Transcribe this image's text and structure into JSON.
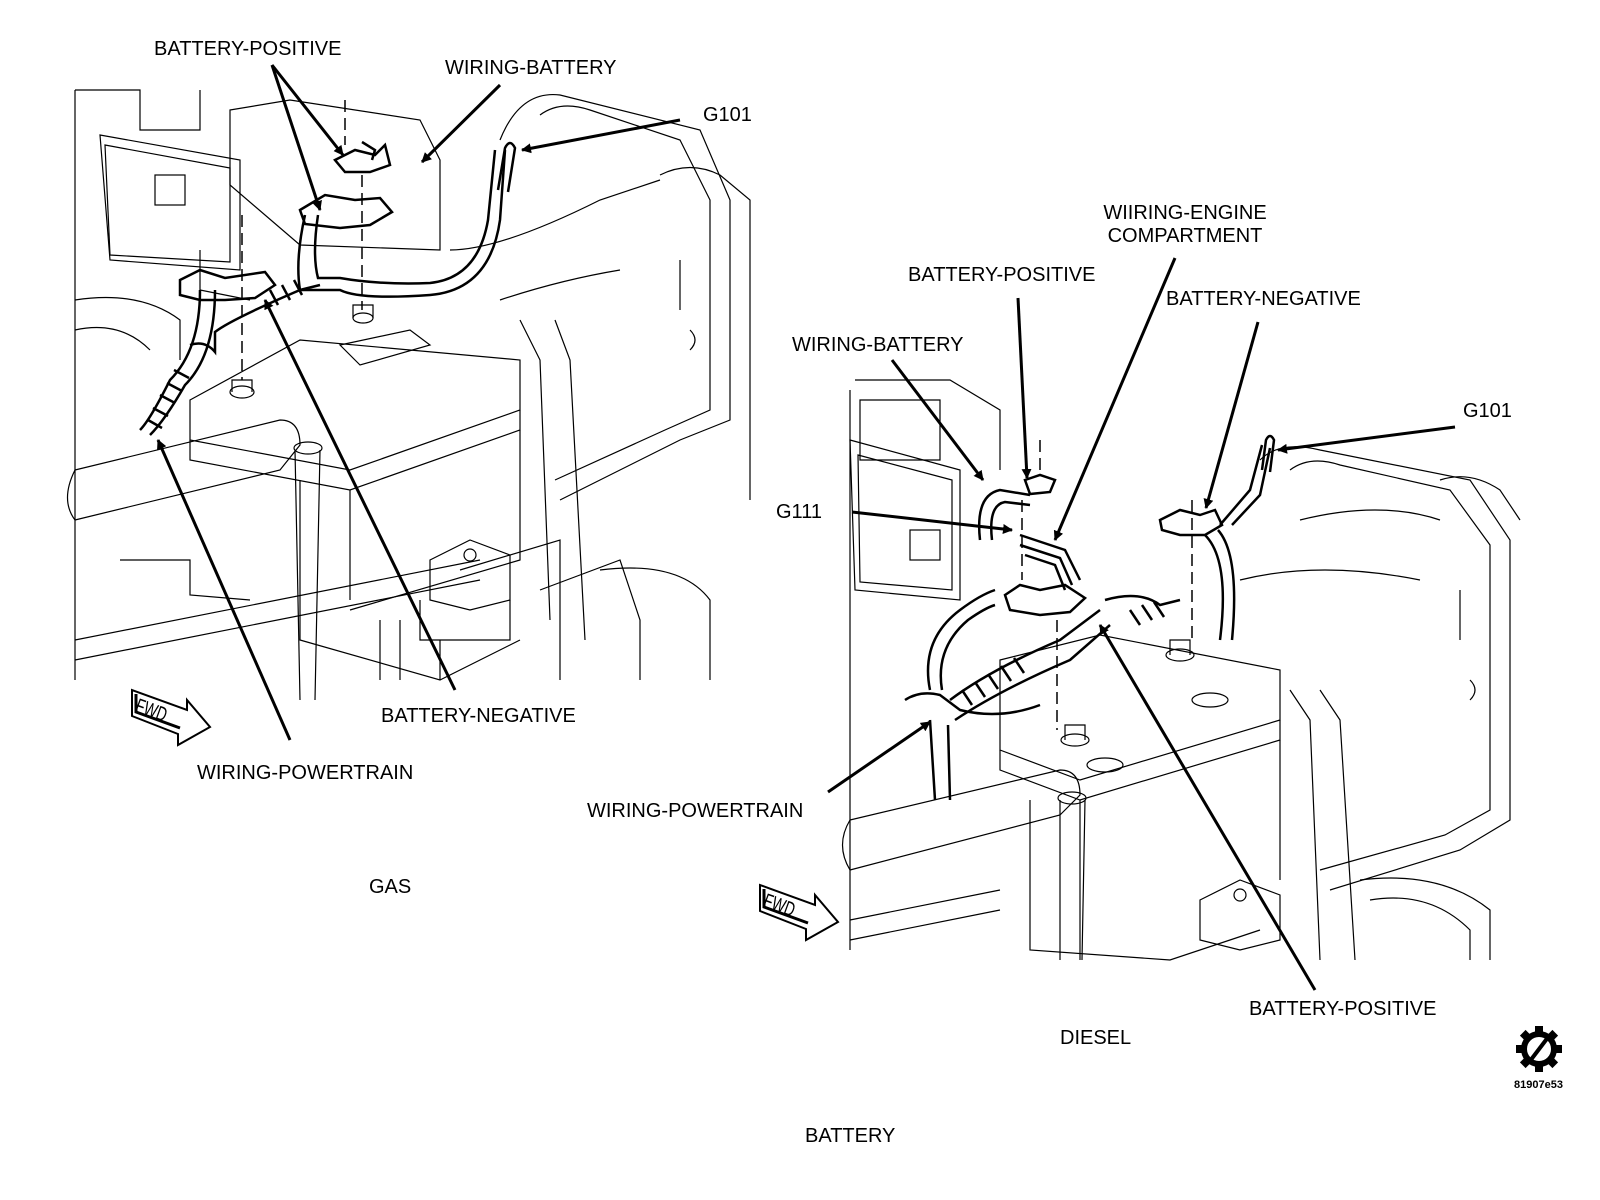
{
  "title": "BATTERY",
  "figure_id": "81907e53",
  "views": [
    {
      "name": "GAS",
      "callouts": [
        {
          "label": "BATTERY-POSITIVE"
        },
        {
          "label": "WIRING-BATTERY"
        },
        {
          "label": "G101"
        },
        {
          "label": "BATTERY-NEGATIVE"
        },
        {
          "label": "WIRING-POWERTRAIN"
        }
      ],
      "direction_marker": "FWD"
    },
    {
      "name": "DIESEL",
      "callouts": [
        {
          "label": "WIIRING-ENGINE\nCOMPARTMENT",
          "line1": "WIIRING-ENGINE",
          "line2": "COMPARTMENT"
        },
        {
          "label": "BATTERY-POSITIVE"
        },
        {
          "label": "BATTERY-NEGATIVE"
        },
        {
          "label": "WIRING-BATTERY"
        },
        {
          "label": "G101"
        },
        {
          "label": "G111"
        },
        {
          "label": "WIRING-POWERTRAIN"
        },
        {
          "label": "BATTERY-POSITIVE"
        }
      ],
      "direction_marker": "FWD"
    }
  ],
  "icons": {
    "service_icon": "gear-with-wrench-icon"
  }
}
